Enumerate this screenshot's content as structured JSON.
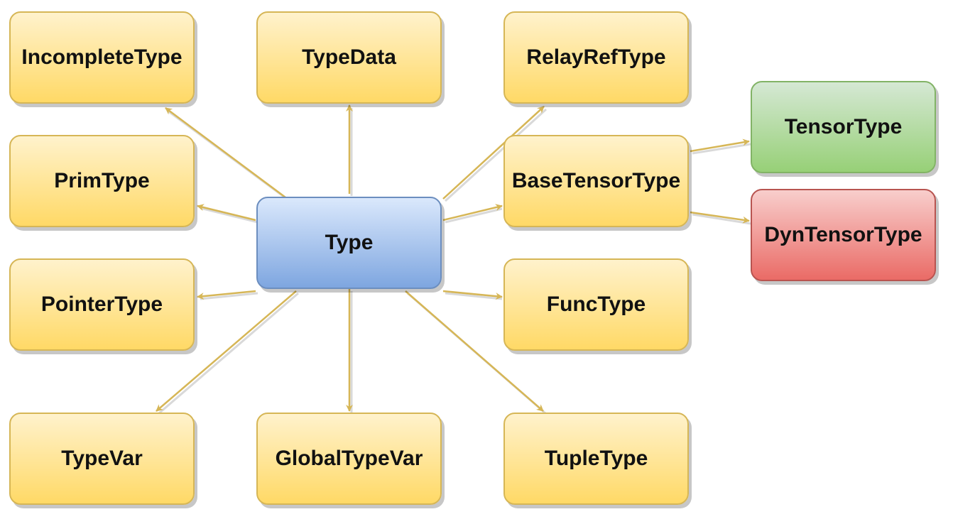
{
  "nodes": {
    "incomplete_type": "IncompleteType",
    "type_data": "TypeData",
    "relay_ref_type": "RelayRefType",
    "tensor_type": "TensorType",
    "prim_type": "PrimType",
    "base_tensor_type": "BaseTensorType",
    "type": "Type",
    "dyn_tensor_type": "DynTensorType",
    "pointer_type": "PointerType",
    "func_type": "FuncType",
    "type_var": "TypeVar",
    "global_type_var": "GlobalTypeVar",
    "tuple_type": "TupleType"
  },
  "colors": {
    "edge": "#d6b656",
    "default_fill": "#ffd966",
    "root_fill": "#7ea6e0",
    "tensor_fill": "#97d077",
    "dyn_tensor_fill": "#ea6b66"
  },
  "edges": [
    {
      "from": "Type",
      "to": "IncompleteType"
    },
    {
      "from": "Type",
      "to": "TypeData"
    },
    {
      "from": "Type",
      "to": "RelayRefType"
    },
    {
      "from": "Type",
      "to": "PrimType"
    },
    {
      "from": "Type",
      "to": "BaseTensorType"
    },
    {
      "from": "Type",
      "to": "PointerType"
    },
    {
      "from": "Type",
      "to": "FuncType"
    },
    {
      "from": "Type",
      "to": "TypeVar"
    },
    {
      "from": "Type",
      "to": "GlobalTypeVar"
    },
    {
      "from": "Type",
      "to": "TupleType"
    },
    {
      "from": "BaseTensorType",
      "to": "TensorType"
    },
    {
      "from": "BaseTensorType",
      "to": "DynTensorType"
    }
  ]
}
